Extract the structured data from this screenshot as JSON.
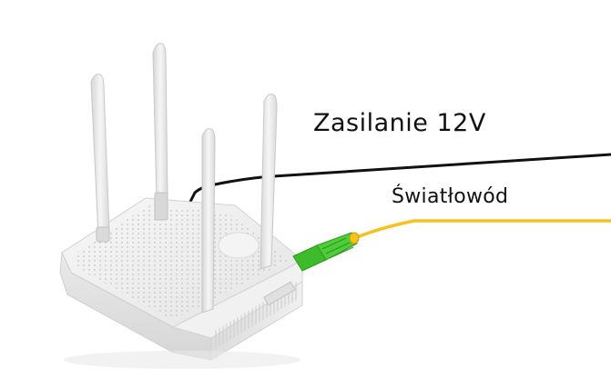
{
  "labels": {
    "power": "Zasilanie 12V",
    "fiber": "Światłowód"
  },
  "device": {
    "name": "router-with-four-antennas",
    "body_color": "#ececec",
    "shadow_color": "#c9c9c9"
  },
  "cables": {
    "power": {
      "color": "#111111"
    },
    "fiber": {
      "color": "#f6c21c",
      "connector_color": "#3dbb2b"
    }
  }
}
